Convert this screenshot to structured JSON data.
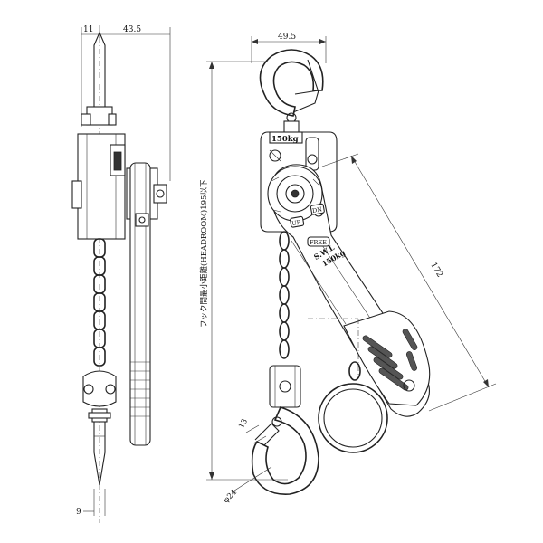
{
  "dimensions": {
    "side_width_left": "11",
    "side_width_right": "43.5",
    "bottom_offset": "9",
    "front_width": "49.5",
    "lever_length": "172",
    "hook_opening": "13",
    "hook_throat": "φ24",
    "headroom": "フック間最小距離(HEADROOM)195以下"
  },
  "labels": {
    "capacity_plate": "150kg",
    "lever_swl_line1": "S.W.L",
    "lever_swl_line2": "150kg",
    "lever_up": "UP",
    "lever_dn": "DN",
    "lever_free": "FREE"
  }
}
